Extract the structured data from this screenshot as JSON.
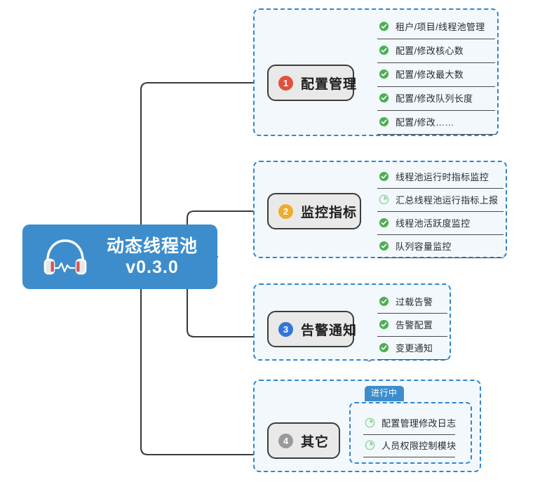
{
  "root": {
    "title": "动态线程池",
    "version": "v0.3.0",
    "icon": "headphones-waveform-icon",
    "color": "#3d8dcc"
  },
  "colors": {
    "root_bg": "#3d8dcc",
    "group_border": "#2f86d4",
    "group_bg": "#f3f8fc",
    "branch_bg": "#e9e9e9",
    "branch_border": "#3c3c3c",
    "done_icon": "#4caf50",
    "pending_icon": "#8fd79a",
    "connector": "#3c3c3c",
    "badge_1": "#e0503f",
    "badge_2": "#efab2e",
    "badge_3": "#3476d8",
    "badge_4": "#9a9a9a",
    "tag_bg": "#3d8dcc"
  },
  "branches": [
    {
      "number": "1",
      "label": "配置管理",
      "badge_color": "#e0503f",
      "items": [
        {
          "label": "租户/项目/线程池管理",
          "status": "done"
        },
        {
          "label": "配置/修改核心数",
          "status": "done"
        },
        {
          "label": "配置/修改最大数",
          "status": "done"
        },
        {
          "label": "配置/修改队列长度",
          "status": "done"
        },
        {
          "label": "配置/修改……",
          "status": "done"
        }
      ]
    },
    {
      "number": "2",
      "label": "监控指标",
      "badge_color": "#efab2e",
      "items": [
        {
          "label": "线程池运行时指标监控",
          "status": "done"
        },
        {
          "label": "汇总线程池运行指标上报",
          "status": "pending"
        },
        {
          "label": "线程池活跃度监控",
          "status": "done"
        },
        {
          "label": "队列容量监控",
          "status": "done"
        }
      ]
    },
    {
      "number": "3",
      "label": "告警通知",
      "badge_color": "#3476d8",
      "items": [
        {
          "label": "过载告警",
          "status": "done"
        },
        {
          "label": "告警配置",
          "status": "done"
        },
        {
          "label": "变更通知",
          "status": "done"
        }
      ]
    },
    {
      "number": "4",
      "label": "其它",
      "badge_color": "#9a9a9a",
      "status_tag": "进行中",
      "items": [
        {
          "label": "配置管理修改日志",
          "status": "pending"
        },
        {
          "label": "人员权限控制模块",
          "status": "pending"
        }
      ]
    }
  ]
}
